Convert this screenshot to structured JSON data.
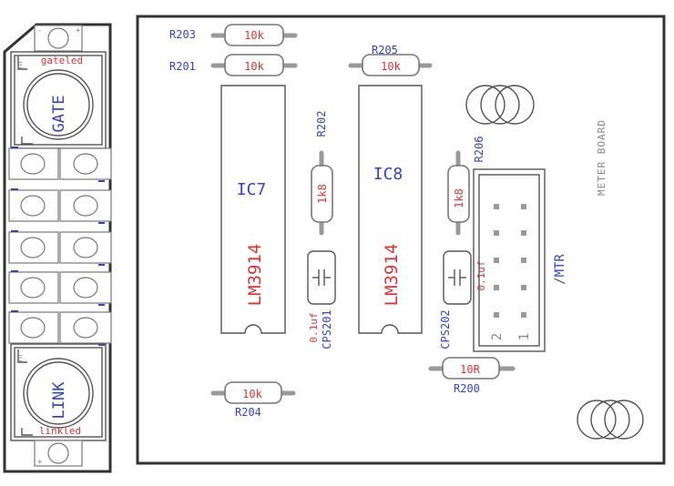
{
  "board": {
    "title": "METER BOARD",
    "header_label": "/MTR",
    "header_pin_labels": [
      "2",
      "1"
    ]
  },
  "resistors": [
    {
      "ref": "R203",
      "value": "10k"
    },
    {
      "ref": "R201",
      "value": "10k"
    },
    {
      "ref": "R205",
      "value": "10k"
    },
    {
      "ref": "R202",
      "value": "1k8"
    },
    {
      "ref": "R206",
      "value": "1k8"
    },
    {
      "ref": "R204",
      "value": "10k"
    },
    {
      "ref": "R200",
      "value": "10R"
    }
  ],
  "ics": [
    {
      "ref": "IC7",
      "part": "LM3914"
    },
    {
      "ref": "IC8",
      "part": "LM3914"
    }
  ],
  "capacitors": [
    {
      "ref": "CPS201",
      "value": "0.1uf"
    },
    {
      "ref": "CPS202",
      "value": "0.1uf"
    }
  ],
  "buttons": {
    "gate": {
      "label": "GATE",
      "led_label": "gateled"
    },
    "link": {
      "label": "LINK",
      "led_label": "linkled"
    }
  },
  "colors": {
    "ref_text": "#3344cc",
    "value_text": "#dd3333",
    "silk": "#555555",
    "outline": "#333333"
  }
}
